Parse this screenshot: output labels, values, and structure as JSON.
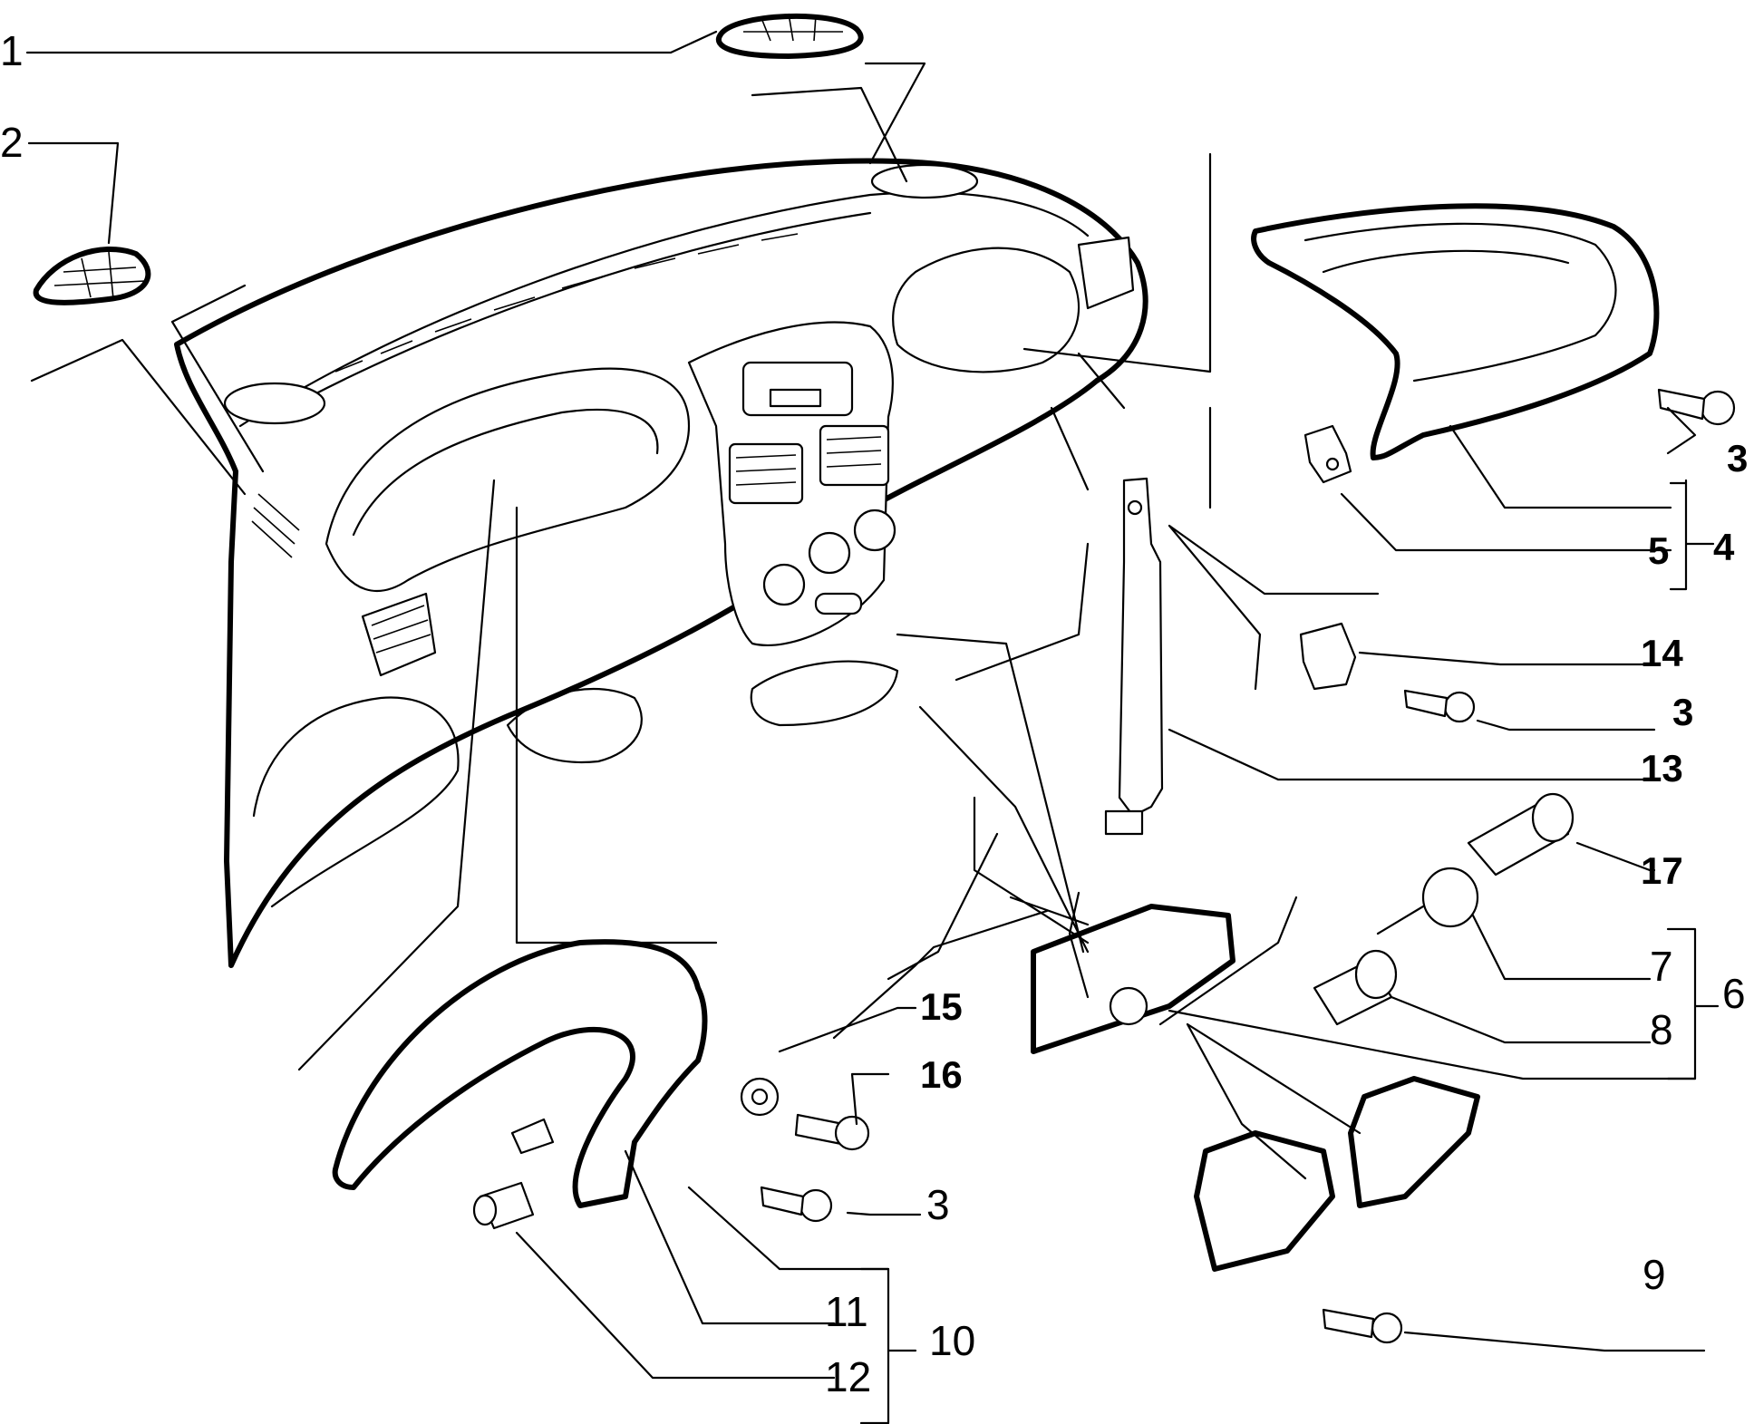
{
  "callouts": {
    "n1": "1",
    "n2": "2",
    "n3a": "3",
    "n3b": "3",
    "n3c": "3",
    "n4": "4",
    "n5": "5",
    "n6": "6",
    "n7": "7",
    "n8": "8",
    "n9": "9",
    "n10": "10",
    "n11": "11",
    "n12": "12",
    "n13": "13",
    "n14": "14",
    "n15": "15",
    "n16": "16",
    "n17": "17"
  }
}
